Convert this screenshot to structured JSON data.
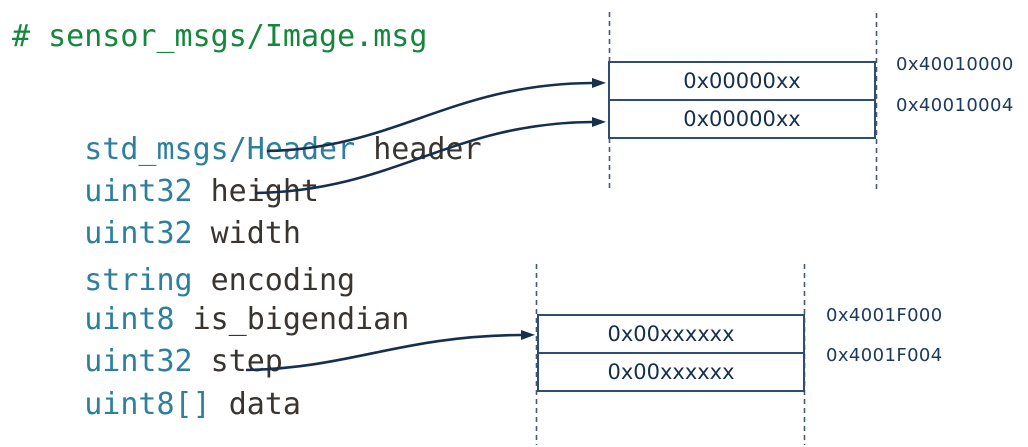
{
  "title": "sensor_msgs/Image.msg memory mapping diagram",
  "code": {
    "comment": "# sensor_msgs/Image.msg",
    "fields": [
      {
        "type": "std_msgs/Header",
        "name": "header"
      },
      {
        "type": "uint32",
        "name": "height"
      },
      {
        "type": "uint32",
        "name": "width"
      },
      {
        "type": "string",
        "name": "encoding"
      },
      {
        "type": "uint8",
        "name": "is_bigendian"
      },
      {
        "type": "uint32",
        "name": "step"
      },
      {
        "type": "uint8[]",
        "name": "data"
      }
    ]
  },
  "registers": {
    "block1": {
      "cells": [
        "0x00000xx",
        "0x00000xx"
      ],
      "addresses": [
        "0x40010000",
        "0x40010004"
      ]
    },
    "block2": {
      "cells": [
        "0x00xxxxxx",
        "0x00xxxxxx"
      ],
      "addresses": [
        "0x4001F000",
        "0x4001F004"
      ]
    }
  },
  "arrows": [
    {
      "from": "height",
      "to": "0x40010000"
    },
    {
      "from": "width",
      "to": "0x40010004"
    },
    {
      "from": "data",
      "to": "0x4001F000"
    }
  ],
  "colors": {
    "comment_green": "#15873c",
    "type_teal": "#2e7f9e",
    "identifier_dark": "#3a3430",
    "arrow_navy": "#15304f",
    "box_border_navy": "#2f4d70",
    "address_navy": "#1b3a5e",
    "dashed_guide": "#46597a",
    "background": "#ffffff"
  }
}
